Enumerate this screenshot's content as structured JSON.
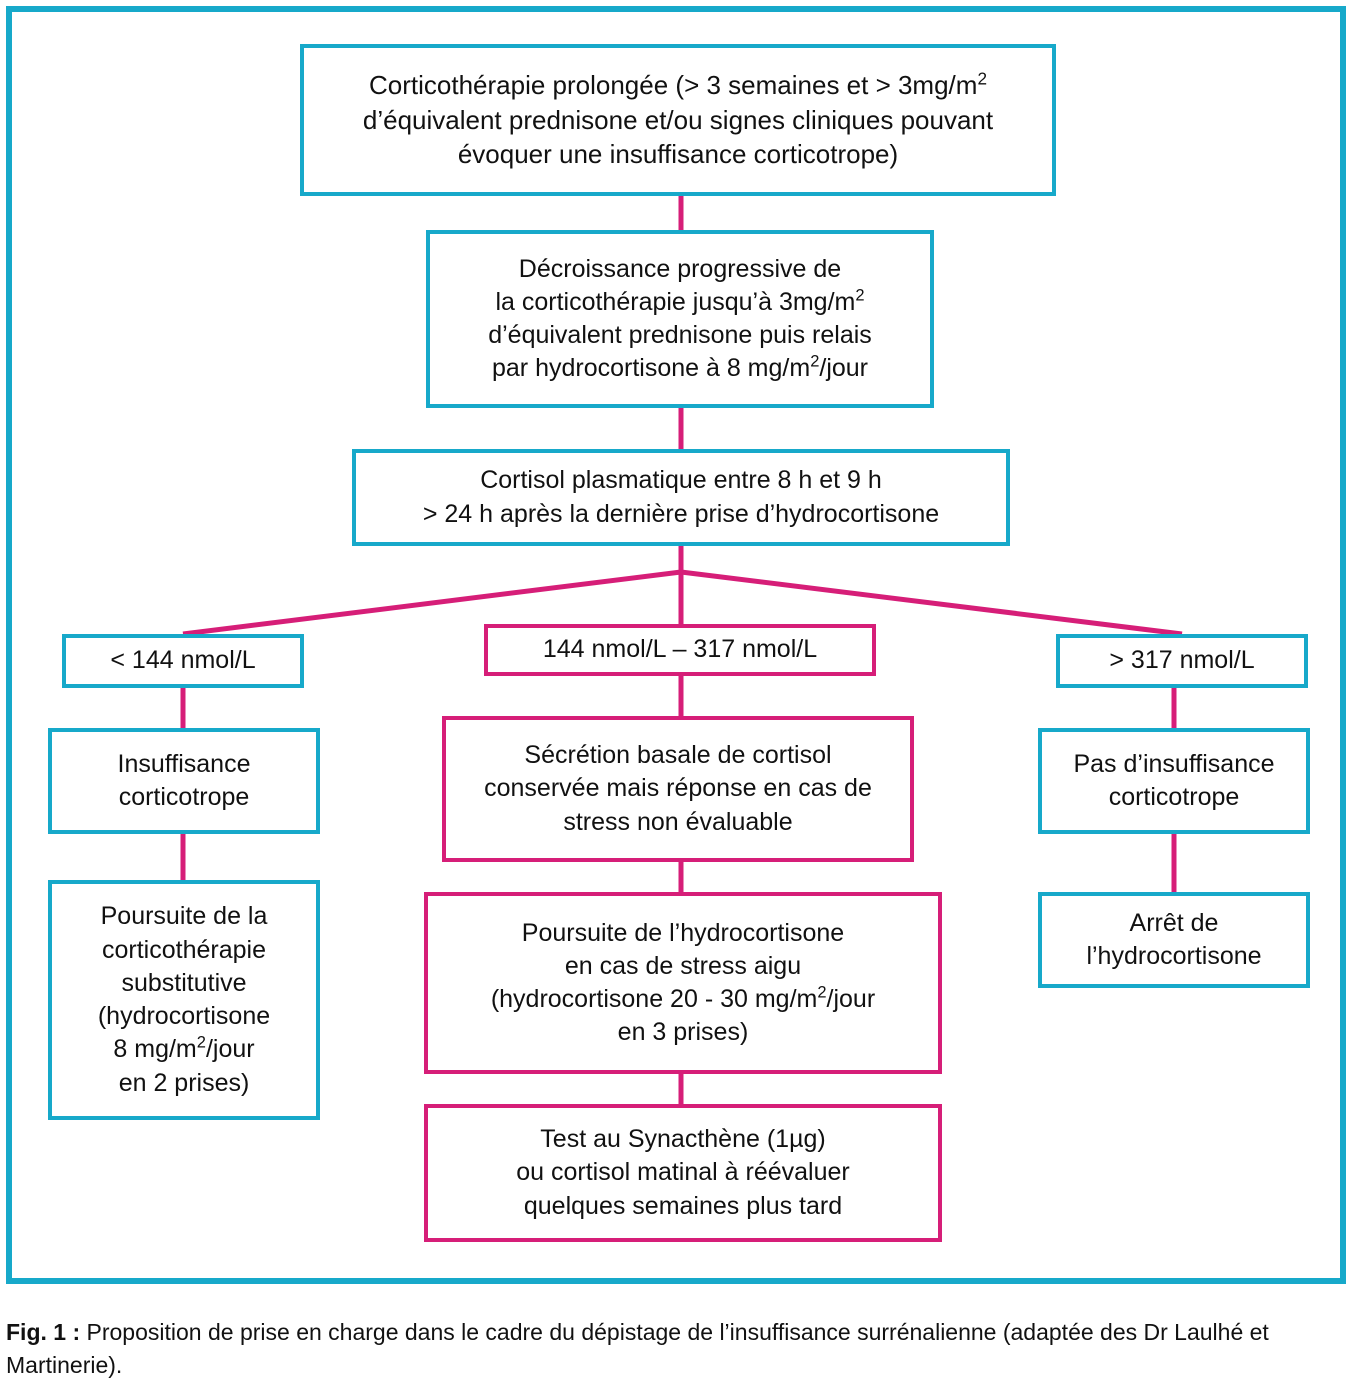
{
  "figure": {
    "colors": {
      "cyan": "#17a9ca",
      "pink": "#d61e78",
      "text": "#111111",
      "background": "#ffffff"
    },
    "caption_prefix": "Fig. 1 :",
    "caption_text": " Proposition de prise en charge dans le cadre du dépistage de l’insuffisance surrénalienne (adaptée des Dr Laulhé et Martinerie)."
  },
  "chart_data": {
    "type": "diagram",
    "title": "Proposition de prise en charge dans le cadre du dépistage de l’insuffisance surrénalienne",
    "nodes": [
      {
        "id": "top",
        "border": "cyan",
        "text": "Corticothérapie prolongée (> 3 semaines et > 3mg/m² d’équivalent prednisone et/ou signes cliniques pouvant évoquer une insuffisance corticotrope)"
      },
      {
        "id": "decrease",
        "border": "cyan",
        "text": "Décroissance progressive de la corticothérapie jusqu’à 3mg/m² d’équivalent prednisone puis relais par hydrocortisone à 8 mg/m²/jour"
      },
      {
        "id": "cortisol",
        "border": "cyan",
        "text": "Cortisol plasmatique entre 8 h et 9 h > 24 h après la dernière prise d’hydrocortisone"
      },
      {
        "id": "low",
        "border": "cyan",
        "text": "< 144 nmol/L"
      },
      {
        "id": "mid",
        "border": "pink",
        "text": "144 nmol/L – 317 nmol/L"
      },
      {
        "id": "high",
        "border": "cyan",
        "text": "> 317 nmol/L"
      },
      {
        "id": "low-1",
        "border": "cyan",
        "text": "Insuffisance corticotrope"
      },
      {
        "id": "low-2",
        "border": "cyan",
        "text": "Poursuite de la corticothérapie substitutive (hydrocortisone 8 mg/m²/jour en 2 prises)"
      },
      {
        "id": "mid-1",
        "border": "pink",
        "text": "Sécrétion basale de cortisol conservée mais réponse en cas de stress non évaluable"
      },
      {
        "id": "mid-2",
        "border": "pink",
        "text": "Poursuite de l’hydrocortisone en cas de stress aigu (hydrocortisone 20 - 30 mg/m²/jour en 3 prises)"
      },
      {
        "id": "mid-3",
        "border": "pink",
        "text": "Test au Synacthène (1µg) ou cortisol matinal à réévaluer quelques semaines plus tard"
      },
      {
        "id": "high-1",
        "border": "cyan",
        "text": "Pas d’insuffisance corticotrope"
      },
      {
        "id": "high-2",
        "border": "cyan",
        "text": "Arrêt de l’hydrocortisone"
      }
    ],
    "edges": [
      {
        "from": "top",
        "to": "decrease",
        "style": "vertical"
      },
      {
        "from": "decrease",
        "to": "cortisol",
        "style": "vertical"
      },
      {
        "from": "cortisol",
        "to": "low",
        "style": "diagonal"
      },
      {
        "from": "cortisol",
        "to": "mid",
        "style": "vertical"
      },
      {
        "from": "cortisol",
        "to": "high",
        "style": "diagonal"
      },
      {
        "from": "low",
        "to": "low-1",
        "style": "vertical"
      },
      {
        "from": "low-1",
        "to": "low-2",
        "style": "vertical"
      },
      {
        "from": "mid",
        "to": "mid-1",
        "style": "vertical"
      },
      {
        "from": "mid-1",
        "to": "mid-2",
        "style": "vertical"
      },
      {
        "from": "mid-2",
        "to": "mid-3",
        "style": "vertical"
      },
      {
        "from": "high",
        "to": "high-1",
        "style": "vertical"
      },
      {
        "from": "high-1",
        "to": "high-2",
        "style": "vertical"
      }
    ],
    "edge_color": "#d61e78",
    "legend": [],
    "branches": {
      "thresholds": [
        "< 144 nmol/L",
        "144 nmol/L – 317 nmol/L",
        "> 317 nmol/L"
      ],
      "outcomes": [
        "Insuffisance corticotrope",
        "Sécrétion basale de cortisol conservée mais réponse en cas de stress non évaluable",
        "Pas d’insuffisance corticotrope"
      ]
    }
  },
  "nodes": {
    "top": {
      "line1": "Corticothérapie prolongée (> 3 semaines et > 3mg/m",
      "line1b": "\nd’équivalent prednisone et/ou signes cliniques pouvant\névoquer une insuffisance corticotrope)"
    },
    "decrease": {
      "line1": "Décroissance progressive de\nla corticothérapie jusqu’à 3mg/m",
      "line1b": "\nd’équivalent prednisone puis relais\npar hydrocortisone à 8 mg/m",
      "line1c": "/jour"
    },
    "cortisol": {
      "text": "Cortisol plasmatique entre 8 h et 9 h\n> 24 h après la dernière prise d’hydrocortisone"
    },
    "low": {
      "text": "< 144 nmol/L"
    },
    "mid": {
      "text": "144 nmol/L – 317 nmol/L"
    },
    "high": {
      "text": "> 317 nmol/L"
    },
    "low_1": {
      "text": "Insuffisance\ncorticotrope"
    },
    "low_2": {
      "a": "Poursuite de la\ncorticothérapie\nsubstitutive\n(hydrocortisone\n8 mg/m",
      "b": "/jour\nen 2 prises)"
    },
    "mid_1": {
      "text": "Sécrétion basale de cortisol\nconservée mais réponse en cas de\nstress non évaluable"
    },
    "mid_2": {
      "a": "Poursuite de l’hydrocortisone\nen cas de stress aigu\n(hydrocortisone 20 - 30 mg/m",
      "b": "/jour\nen 3 prises)"
    },
    "mid_3": {
      "text": "Test au Synacthène (1µg)\nou cortisol matinal à réévaluer\nquelques semaines plus tard"
    },
    "high_1": {
      "text": "Pas d’insuffisance\ncorticotrope"
    },
    "high_2": {
      "text": "Arrêt de\nl’hydrocortisone"
    }
  },
  "superscripts": {
    "sq": "2"
  }
}
